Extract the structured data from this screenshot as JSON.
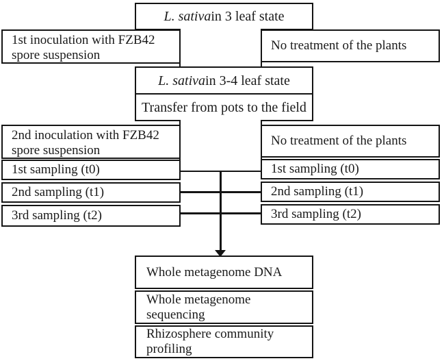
{
  "figure": {
    "background_color": "#ffffff",
    "line_color": "#141414",
    "text_color": "#1a1a1a"
  },
  "boxes": {
    "leaf_state_3": {
      "species": "L. sativa",
      "rest": " in 3 leaf state"
    },
    "first_inoculation": {
      "line1": "1st inoculation with FZB42",
      "line2": "spore suspension"
    },
    "no_treatment_top": {
      "label": "No treatment of the plants"
    },
    "leaf_state_3_4": {
      "species": "L. sativa",
      "rest": " in 3-4 leaf state"
    },
    "transfer": {
      "label": "Transfer from pots to the field"
    },
    "second_inoculation": {
      "line1": "2nd inoculation with FZB42",
      "line2": "spore suspension"
    },
    "no_treatment_field": {
      "label": "No treatment of the plants"
    },
    "sampling_left": [
      "1st sampling (t0)",
      "2nd sampling (t1)",
      "3rd sampling (t2)"
    ],
    "sampling_right": [
      "1st sampling (t0)",
      "2nd sampling (t1)",
      "3rd sampling (t2)"
    ],
    "results": [
      "Whole metagenome DNA",
      "Whole metagenome sequencing",
      "Rhizosphere community profiling"
    ]
  }
}
